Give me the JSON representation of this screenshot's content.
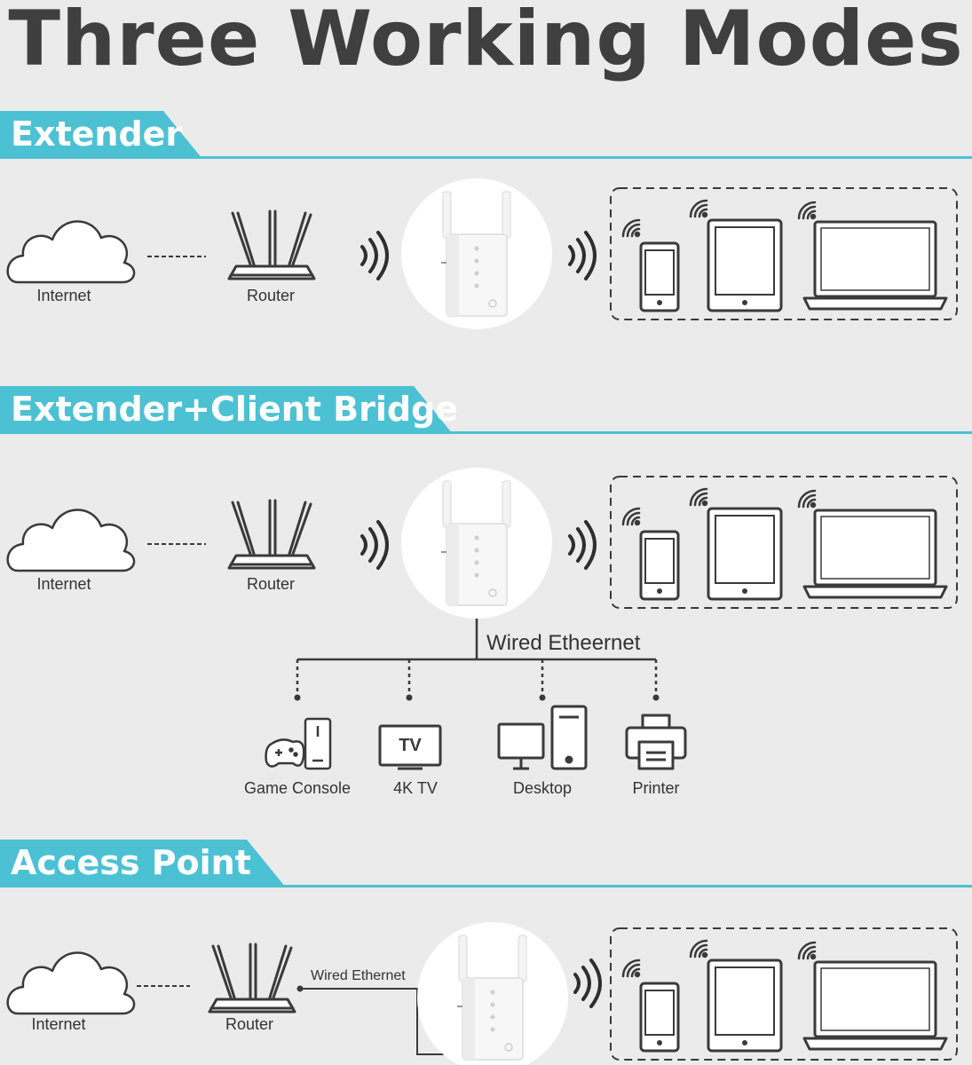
{
  "title": "Three Working Modes",
  "sections": [
    {
      "name": "Extender",
      "internet_label": "Internet",
      "router_label": "Router"
    },
    {
      "name": "Extender+Client Bridge",
      "internet_label": "Internet",
      "router_label": "Router",
      "wired_label": "Wired Etheernet",
      "wired_devices": [
        {
          "label": "Game Console",
          "icon": "game-console-icon"
        },
        {
          "label": "4K TV",
          "icon": "tv-icon",
          "screen_text": "TV"
        },
        {
          "label": "Desktop",
          "icon": "desktop-icon"
        },
        {
          "label": "Printer",
          "icon": "printer-icon"
        }
      ]
    },
    {
      "name": "Access Point",
      "internet_label": "Internet",
      "router_label": "Router",
      "wired_label": "Wired Ethernet"
    }
  ],
  "colors": {
    "accent": "#4cc1d3",
    "background": "#ebebeb",
    "icon_stroke": "#3a3a3a"
  }
}
